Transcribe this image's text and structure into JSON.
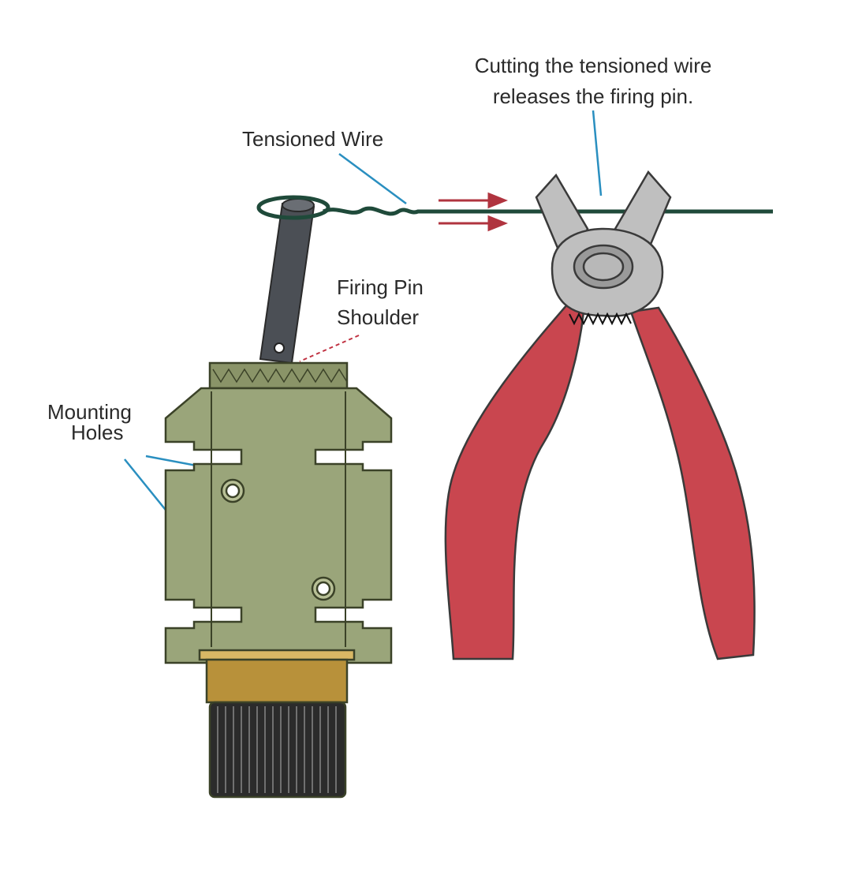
{
  "labels": {
    "cutting_line1": "Cutting the tensioned wire",
    "cutting_line2": "releases the firing pin.",
    "tensioned_wire": "Tensioned Wire",
    "firing_pin_line1": "Firing Pin",
    "firing_pin_line2": "Shoulder",
    "mounting_line1": "Mounting",
    "mounting_line2": "Holes"
  },
  "colors": {
    "wire": "#1f4a3a",
    "leader": "#2a8fc0",
    "arrow": "#b0343f",
    "body": "#9aa57a",
    "handle": "#c9464f",
    "jaw": "#bfbfbf",
    "brass": "#b8913a"
  }
}
